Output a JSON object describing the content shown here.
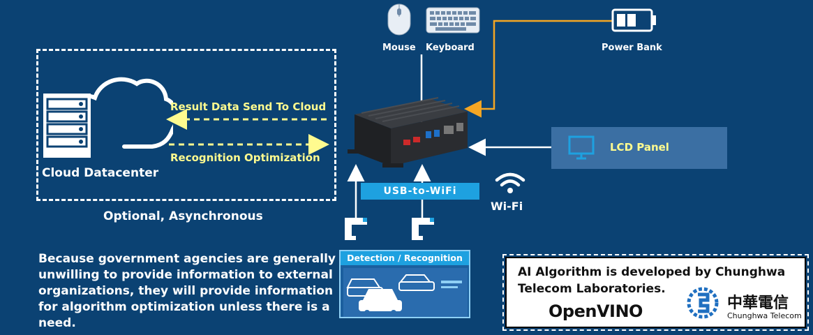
{
  "labels": {
    "mouse": "Mouse",
    "keyboard": "Keyboard",
    "power_bank": "Power Bank",
    "cloud_datacenter": "Cloud Datacenter",
    "result_send": "Result Data Send To Cloud",
    "recognition_opt": "Recognition Optimization",
    "optional": "Optional, Asynchronous",
    "lcd_panel": "LCD Panel",
    "usb_wifi": "USB-to-WiFi",
    "wifi": "Wi-Fi",
    "detection": "Detection / Recognition"
  },
  "description": "Because government agencies are generally unwilling to provide information to external organizations, they will provide information for algorithm optimization unless there is a need.",
  "ai_box": {
    "text": "AI Algorithm is developed by Chunghwa Telecom Laboratories.",
    "openvino": "OpenVINO",
    "cht_chinese": "中華電信",
    "cht_english": "Chunghwa Telecom"
  },
  "colors": {
    "background": "#0b4273",
    "accent_yellow": "#fffb8f",
    "power_line": "#f5a623",
    "banner_blue": "#1ea1e0",
    "lcd_box": "#3b6fa3"
  }
}
